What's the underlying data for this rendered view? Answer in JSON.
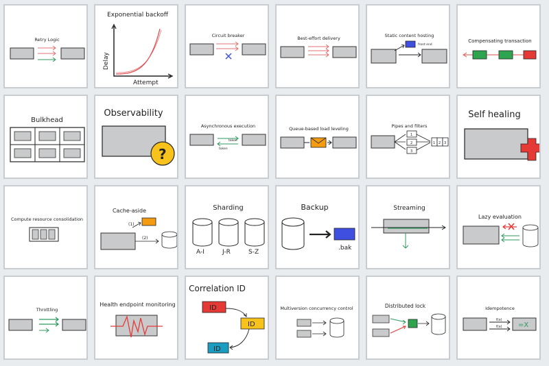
{
  "cards": [
    {
      "title": "Retry Logic"
    },
    {
      "title": "Exponential backoff",
      "xlabel": "Attempt",
      "ylabel": "Delay"
    },
    {
      "title": "Circuit breaker"
    },
    {
      "title": "Best-effort delivery"
    },
    {
      "title": "Static content hosting",
      "note": "front end"
    },
    {
      "title": "Compensating transaction"
    },
    {
      "title": "Bulkhead"
    },
    {
      "title": "Observability",
      "badge": "?"
    },
    {
      "title": "Asynchronous execution",
      "top_label": "token",
      "bottom_label": "token"
    },
    {
      "title": "Queue-based load leveling"
    },
    {
      "title": "Pipes and filters",
      "filters": [
        "1",
        "2",
        "3"
      ],
      "outputs": [
        "1",
        "2",
        "3"
      ]
    },
    {
      "title": "Self healing"
    },
    {
      "title": "Compute resource consolidation"
    },
    {
      "title": "Cache-aside",
      "step1": "(1)",
      "step2": "(2)"
    },
    {
      "title": "Sharding",
      "shards": [
        "A-I",
        "J-R",
        "S-Z"
      ]
    },
    {
      "title": "Backup",
      "ext": ".bak"
    },
    {
      "title": "Streaming"
    },
    {
      "title": "Lazy evaluation"
    },
    {
      "title": "Throttling"
    },
    {
      "title": "Health endpoint monitoring"
    },
    {
      "title": "Correlation ID",
      "ids": [
        "ID",
        "ID",
        "ID"
      ]
    },
    {
      "title": "Multiversion concurrency control"
    },
    {
      "title": "Distributed lock"
    },
    {
      "title": "Idempotence",
      "f1": "f(x)",
      "f2": "f(x)",
      "result": "=X"
    }
  ],
  "colors": {
    "box": "#c8cacc",
    "red_arrow": "#e07070",
    "green_arrow": "#2e9a5e",
    "blue": "#3f4fe0",
    "orange": "#f39c12",
    "yellow": "#f7c21b",
    "red": "#e53935",
    "green": "#2ea44f",
    "teal": "#1b9dc2"
  }
}
